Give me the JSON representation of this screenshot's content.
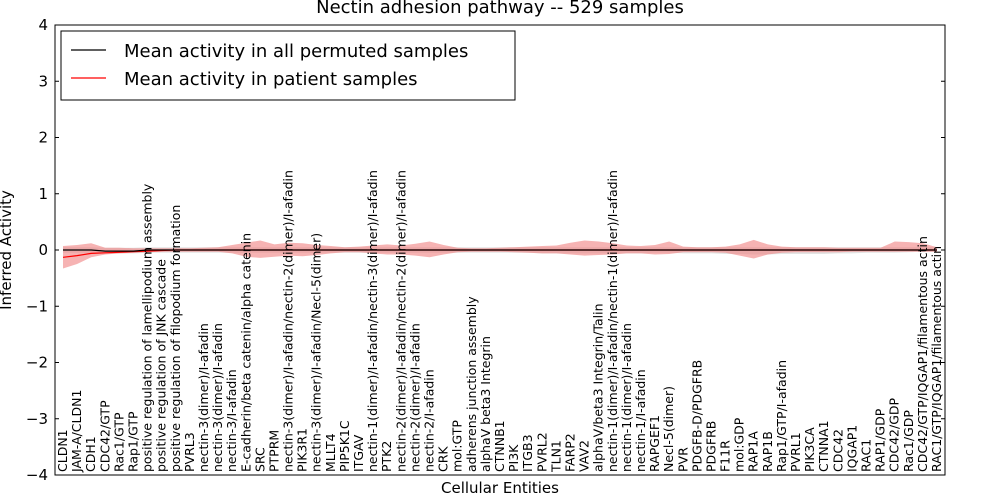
{
  "chart_data": {
    "type": "line",
    "title": "Nectin adhesion pathway -- 529 samples",
    "xlabel": "Cellular Entities",
    "ylabel": "Inferred Activity",
    "ylim": [
      -4,
      4
    ],
    "yticks": [
      {
        "value": 4,
        "label": "4"
      },
      {
        "value": 3,
        "label": "3"
      },
      {
        "value": 2,
        "label": "2"
      },
      {
        "value": 1,
        "label": "1"
      },
      {
        "value": 0,
        "label": "0"
      },
      {
        "value": -1,
        "label": "−1"
      },
      {
        "value": -2,
        "label": "−2"
      },
      {
        "value": -3,
        "label": "−3"
      },
      {
        "value": -4,
        "label": "−4"
      }
    ],
    "legend": {
      "position": "top-left"
    },
    "categories": [
      "CLDN1",
      "JAM-A/CLDN1",
      "CDH1",
      "CDC42/GTP",
      "Rac1/GTP",
      "Rap1/GTP",
      "positive regulation of lamellipodium assembly",
      "positive regulation of JNK cascade",
      "positive regulation of filopodium formation",
      "PVRL3",
      "nectin-3(dimer)/I-afadin",
      "nectin-3(dimer)/I-afadin",
      "nectin-3/I-afadin",
      "E-cadherin/beta catenin/alpha catenin",
      "SRC",
      "PTPRM",
      "nectin-3(dimer)/I-afadin/nectin-2(dimer)/I-afadin",
      "PIK3R1",
      "nectin-3(dimer)/I-afadin/Necl-5(dimer)",
      "MLLT4",
      "PIP5K1C",
      "ITGAV",
      "nectin-1(dimer)/I-afadin/nectin-3(dimer)/I-afadin",
      "PTK2",
      "nectin-2(dimer)/I-afadin/nectin-2(dimer)/I-afadin",
      "nectin-2(dimer)/I-afadin",
      "nectin-2/I-afadin",
      "CRK",
      "mol:GTP",
      "adherens junction assembly",
      "alphaV beta3 Integrin",
      "CTNNB1",
      "PI3K",
      "ITGB3",
      "PVRL2",
      "TLN1",
      "FARP2",
      "VAV2",
      "alphaV/beta3 Integrin/Talin",
      "nectin-1(dimer)/I-afadin/nectin-1(dimer)/I-afadin",
      "nectin-1(dimer)/I-afadin",
      "nectin-1/I-afadin",
      "RAPGEF1",
      "Necl-5(dimer)",
      "PVR",
      "PDGFB-D/PDGFRB",
      "PDGFRB",
      "F11R",
      "mol:GDP",
      "RAP1A",
      "RAP1B",
      "Rap1/GTP/I-afadin",
      "PVRL1",
      "PIK3CA",
      "CTNNA1",
      "CDC42",
      "IQGAP1",
      "RAC1",
      "RAP1/GDP",
      "CDC42/GDP",
      "Rac1/GDP",
      "CDC42/GTP/IQGAP1/filamentous actin",
      "RAC1/GTP/IQGAP1/filamentous actin"
    ],
    "series": [
      {
        "name": "Mean activity in all permuted samples",
        "color": "#000000",
        "band_color": "#c0c0c0",
        "values": [
          0.0,
          0.0,
          0.0,
          -0.02,
          -0.02,
          -0.02,
          0.0,
          0.0,
          0.0,
          0.0,
          0.0,
          0.0,
          0.0,
          0.0,
          0.0,
          0.0,
          0.0,
          0.0,
          0.0,
          0.0,
          0.0,
          0.0,
          0.0,
          0.0,
          0.0,
          0.0,
          0.0,
          0.0,
          0.0,
          0.0,
          0.0,
          0.0,
          0.0,
          0.0,
          0.0,
          0.0,
          0.0,
          0.0,
          0.0,
          0.0,
          0.0,
          0.0,
          0.0,
          0.0,
          0.0,
          0.0,
          0.0,
          0.0,
          0.0,
          0.0,
          0.0,
          0.0,
          0.0,
          0.0,
          0.0,
          0.0,
          0.0,
          0.0,
          0.0,
          0.0,
          0.0,
          0.0,
          0.0
        ],
        "band_low": [
          -0.05,
          -0.05,
          -0.05,
          -0.06,
          -0.06,
          -0.06,
          -0.05,
          -0.05,
          -0.05,
          -0.05,
          -0.05,
          -0.05,
          -0.05,
          -0.05,
          -0.05,
          -0.05,
          -0.05,
          -0.05,
          -0.05,
          -0.05,
          -0.05,
          -0.05,
          -0.05,
          -0.05,
          -0.05,
          -0.05,
          -0.05,
          -0.05,
          -0.05,
          -0.05,
          -0.05,
          -0.05,
          -0.05,
          -0.05,
          -0.06,
          -0.06,
          -0.06,
          -0.06,
          -0.06,
          -0.06,
          -0.06,
          -0.06,
          -0.05,
          -0.05,
          -0.06,
          -0.06,
          -0.06,
          -0.07,
          -0.07,
          -0.08,
          -0.08,
          -0.07,
          -0.07,
          -0.07,
          -0.07,
          -0.06,
          -0.06,
          -0.05,
          -0.05,
          -0.05,
          -0.04,
          -0.03,
          -0.03
        ],
        "band_high": [
          0.05,
          0.05,
          0.05,
          0.04,
          0.04,
          0.04,
          0.05,
          0.05,
          0.05,
          0.05,
          0.05,
          0.05,
          0.05,
          0.05,
          0.05,
          0.05,
          0.05,
          0.05,
          0.05,
          0.05,
          0.05,
          0.05,
          0.05,
          0.05,
          0.05,
          0.05,
          0.05,
          0.05,
          0.05,
          0.05,
          0.05,
          0.05,
          0.05,
          0.05,
          0.05,
          0.05,
          0.05,
          0.05,
          0.05,
          0.05,
          0.05,
          0.05,
          0.05,
          0.05,
          0.05,
          0.05,
          0.05,
          0.05,
          0.05,
          0.05,
          0.05,
          0.05,
          0.05,
          0.05,
          0.05,
          0.05,
          0.05,
          0.05,
          0.05,
          0.05,
          0.05,
          0.05,
          0.05
        ]
      },
      {
        "name": "Mean activity in patient samples",
        "color": "#ff0000",
        "band_color": "#f08080",
        "values": [
          -0.13,
          -0.1,
          -0.06,
          -0.05,
          -0.04,
          -0.03,
          -0.02,
          -0.01,
          0.0,
          0.0,
          0.0,
          0.0,
          0.0,
          0.0,
          0.0,
          0.0,
          0.0,
          0.0,
          0.0,
          0.0,
          0.0,
          0.0,
          0.0,
          0.0,
          0.0,
          0.0,
          0.0,
          0.0,
          0.0,
          0.0,
          0.0,
          0.0,
          0.0,
          0.0,
          0.0,
          0.0,
          0.0,
          0.0,
          0.0,
          0.0,
          0.0,
          0.0,
          0.0,
          0.0,
          0.0,
          0.0,
          0.0,
          0.0,
          0.0,
          0.0,
          0.0,
          0.0,
          0.0,
          0.0,
          0.0,
          0.0,
          0.0,
          0.0,
          0.0,
          0.0,
          0.0,
          0.0,
          0.0
        ],
        "band_low": [
          -0.33,
          -0.25,
          -0.13,
          -0.08,
          -0.06,
          -0.05,
          -0.04,
          -0.03,
          -0.03,
          -0.03,
          -0.03,
          -0.03,
          -0.06,
          -0.12,
          -0.14,
          -0.12,
          -0.1,
          -0.11,
          -0.09,
          -0.06,
          -0.04,
          -0.04,
          -0.06,
          -0.08,
          -0.08,
          -0.1,
          -0.13,
          -0.08,
          -0.04,
          -0.03,
          -0.03,
          -0.03,
          -0.04,
          -0.05,
          -0.06,
          -0.06,
          -0.08,
          -0.1,
          -0.09,
          -0.08,
          -0.06,
          -0.06,
          -0.08,
          -0.07,
          -0.04,
          -0.04,
          -0.04,
          -0.05,
          -0.1,
          -0.15,
          -0.08,
          -0.05,
          -0.04,
          -0.04,
          -0.04,
          -0.04,
          -0.03,
          -0.03,
          -0.03,
          -0.03,
          -0.03,
          -0.03,
          -0.03
        ],
        "band_high": [
          0.07,
          0.09,
          0.12,
          0.04,
          0.04,
          0.03,
          0.03,
          0.03,
          0.03,
          0.03,
          0.04,
          0.05,
          0.09,
          0.13,
          0.17,
          0.1,
          0.13,
          0.12,
          0.09,
          0.07,
          0.05,
          0.06,
          0.08,
          0.1,
          0.08,
          0.11,
          0.15,
          0.09,
          0.04,
          0.03,
          0.03,
          0.04,
          0.05,
          0.06,
          0.07,
          0.08,
          0.13,
          0.17,
          0.15,
          0.12,
          0.08,
          0.07,
          0.09,
          0.15,
          0.06,
          0.05,
          0.05,
          0.06,
          0.1,
          0.18,
          0.1,
          0.06,
          0.05,
          0.05,
          0.05,
          0.04,
          0.04,
          0.04,
          0.04,
          0.15,
          0.14,
          0.12,
          0.05
        ]
      }
    ]
  }
}
